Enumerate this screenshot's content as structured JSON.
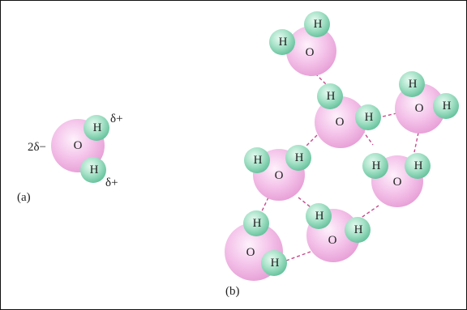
{
  "labels": {
    "oxygen": "O",
    "hydrogen": "H",
    "charge_negative": "2δ−",
    "charge_positive_top": "δ+",
    "charge_positive_bottom": "δ+",
    "panel_a": "(a)",
    "panel_b": "(b)"
  },
  "colors": {
    "oxygen_fill": "#f4b8e4",
    "hydrogen_fill": "#8fd6b8",
    "hbond_stroke": "#c64a8c"
  }
}
